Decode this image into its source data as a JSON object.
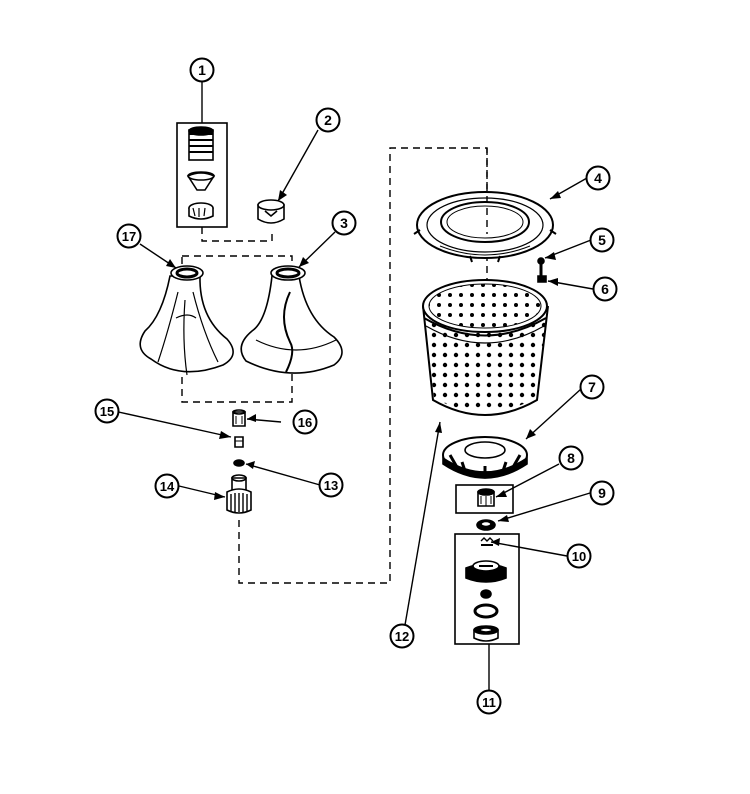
{
  "diagram": {
    "line_color": "#000000",
    "background": "#ffffff",
    "callouts": [
      {
        "id": "c1",
        "label": "1"
      },
      {
        "id": "c2",
        "label": "2"
      },
      {
        "id": "c3",
        "label": "3"
      },
      {
        "id": "c4",
        "label": "4"
      },
      {
        "id": "c5",
        "label": "5"
      },
      {
        "id": "c6",
        "label": "6"
      },
      {
        "id": "c7",
        "label": "7"
      },
      {
        "id": "c8",
        "label": "8"
      },
      {
        "id": "c9",
        "label": "9"
      },
      {
        "id": "c10",
        "label": "10"
      },
      {
        "id": "c11",
        "label": "11"
      },
      {
        "id": "c12",
        "label": "12"
      },
      {
        "id": "c13",
        "label": "13"
      },
      {
        "id": "c14",
        "label": "14"
      },
      {
        "id": "c15",
        "label": "15"
      },
      {
        "id": "c16",
        "label": "16"
      },
      {
        "id": "c17",
        "label": "17"
      }
    ]
  }
}
